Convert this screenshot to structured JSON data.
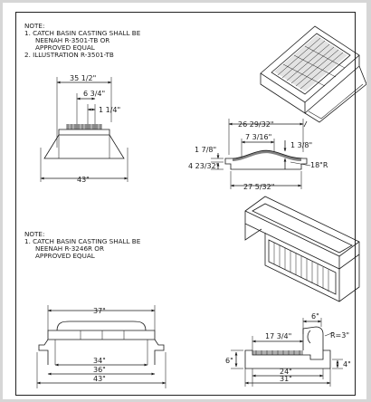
{
  "note1": {
    "title": "NOTE:",
    "items": [
      [
        "1.  CATCH BASIN CASTING SHALL BE",
        "NEENAH  R-3501-TB OR",
        "APPROVED EQUAL"
      ],
      [
        "2.  ILLUSTRATION R-3501-TB"
      ]
    ]
  },
  "dims1": {
    "front": [
      "35 1/2\"",
      "6 3/4\"",
      "1 1/4\"",
      "43\""
    ],
    "section": [
      "26 29/32\"",
      "7 3/16\"",
      "1 3/8\"",
      "1 7/8\"",
      "4 23/32\"",
      "18\"R",
      "27 5/32\""
    ]
  },
  "note2": {
    "title": "NOTE:",
    "items": [
      [
        "1.  CATCH BASIN CASTING SHALL BE",
        "NEENAH  R-3246R OR",
        "APPROVED EQUAL"
      ]
    ]
  },
  "dims2": {
    "front": [
      "37\"",
      "34\"",
      "36\"",
      "43\""
    ],
    "section": [
      "6\"",
      "17 3/4\"",
      "R=3\"",
      "6\"",
      "4\"",
      "24\"",
      "31\""
    ]
  }
}
